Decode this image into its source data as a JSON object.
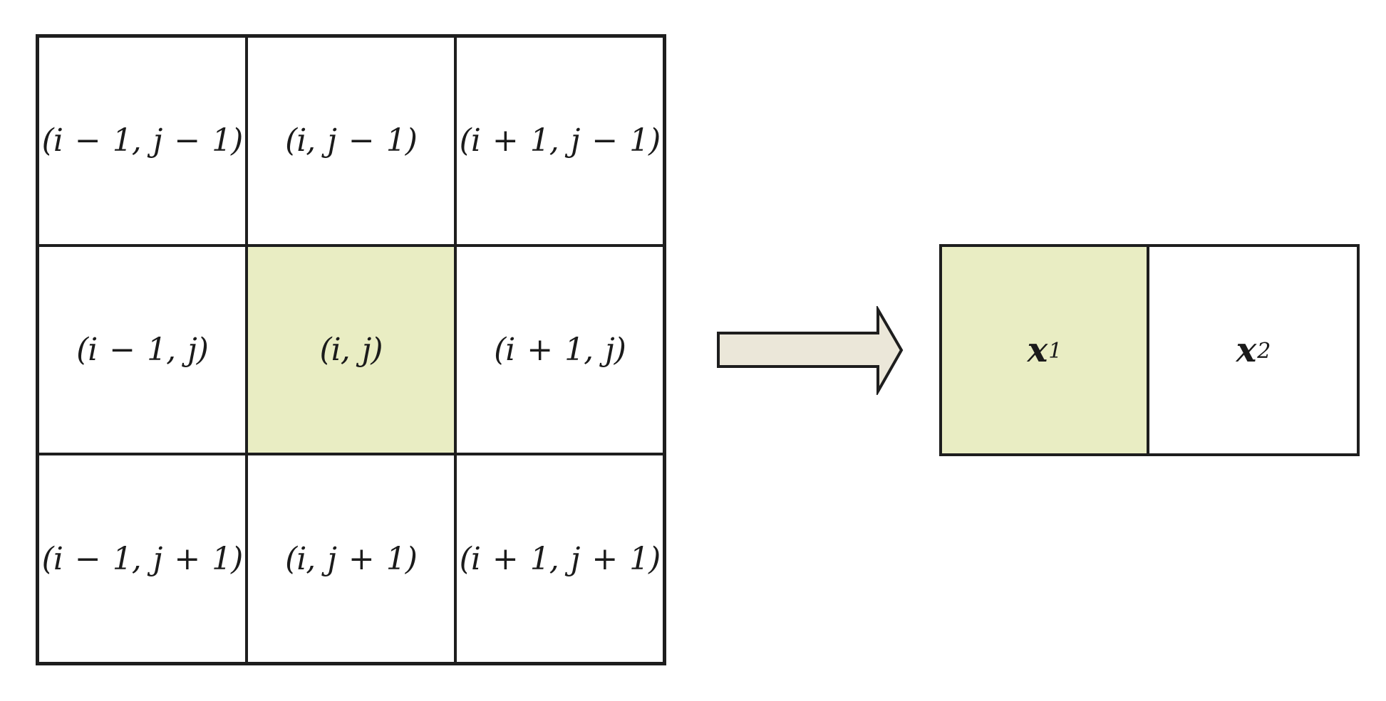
{
  "colors": {
    "highlight": "#e9edc3",
    "arrow_fill": "#ebe7d9",
    "line": "#1e1e1e",
    "background": "#ffffff",
    "text": "#1b1b1b"
  },
  "grid": {
    "cells": [
      {
        "label": "(i − 1, j − 1)",
        "highlighted": false
      },
      {
        "label": "(i, j − 1)",
        "highlighted": false
      },
      {
        "label": "(i + 1, j − 1)",
        "highlighted": false
      },
      {
        "label": "(i − 1, j)",
        "highlighted": false
      },
      {
        "label": "(i, j)",
        "highlighted": true
      },
      {
        "label": "(i + 1, j)",
        "highlighted": false
      },
      {
        "label": "(i − 1, j + 1)",
        "highlighted": false
      },
      {
        "label": "(i, j + 1)",
        "highlighted": false
      },
      {
        "label": "(i + 1, j + 1)",
        "highlighted": false
      }
    ]
  },
  "result": {
    "cells": [
      {
        "base": "x",
        "sub": "1",
        "highlighted": true
      },
      {
        "base": "x",
        "sub": "2",
        "highlighted": false
      }
    ]
  },
  "icons": {
    "transform_arrow": "right-arrow-icon"
  }
}
